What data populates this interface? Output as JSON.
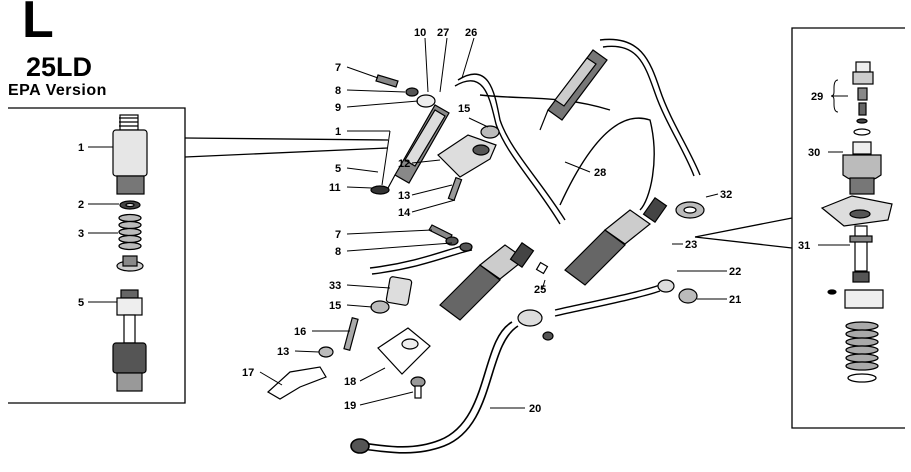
{
  "header": {
    "section_letter": "L",
    "model": "25LD",
    "version": "EPA Version"
  },
  "callouts": {
    "c1": "1",
    "c2": "2",
    "c3": "3",
    "c5": "5",
    "m1": "1",
    "m5": "5",
    "m7a": "7",
    "m7b": "7",
    "m8a": "8",
    "m8b": "8",
    "m9": "9",
    "m10": "10",
    "m11": "11",
    "m12": "12",
    "m13a": "13",
    "m13b": "13",
    "m14": "14",
    "m15a": "15",
    "m15b": "15",
    "m16": "16",
    "m17": "17",
    "m18": "18",
    "m19": "19",
    "m20": "20",
    "m21": "21",
    "m22": "22",
    "m23": "23",
    "m25": "25",
    "m26": "26",
    "m27": "27",
    "m28": "28",
    "m29": "29",
    "m30": "30",
    "m31": "31",
    "m32": "32",
    "m33": "33"
  }
}
